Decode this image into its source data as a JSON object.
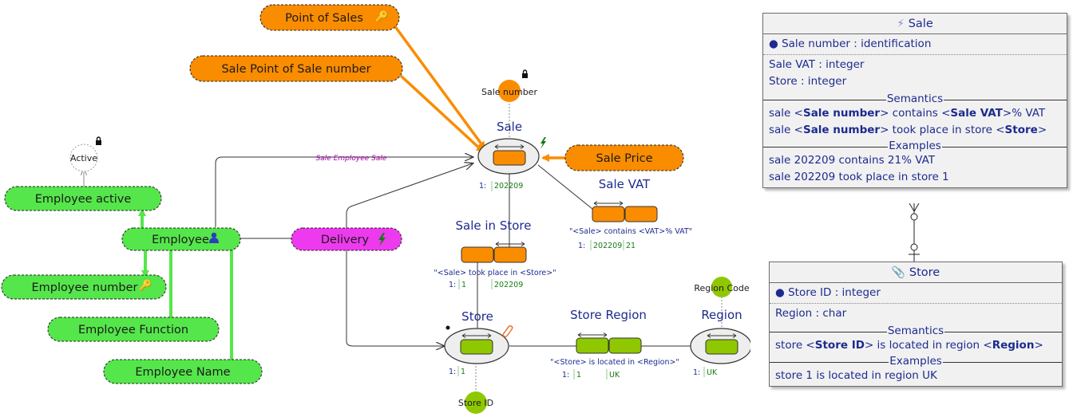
{
  "diagram": {
    "colors": {
      "green": "#55e64b",
      "orange": "#fa8c00",
      "magenta": "#ee3aee",
      "olive": "#8fc800",
      "navy": "#1d2b8f",
      "dark_green": "#157a15",
      "purple": "#a300a3"
    },
    "attributes": {
      "point_of_sales": "Point of Sales",
      "sale_pos_number": "Sale Point of Sale number",
      "sale_price": "Sale Price",
      "employee_active": "Employee active",
      "employee": "Employee",
      "employee_number": "Employee number",
      "employee_function": "Employee Function",
      "employee_name": "Employee Name",
      "delivery": "Delivery"
    },
    "entities": {
      "sale": "Sale",
      "store": "Store",
      "region": "Region"
    },
    "circles": {
      "sale_number": "Sale number",
      "region_code": "Region Code",
      "store_id": "Store ID",
      "active": "Active"
    },
    "relationships": {
      "sale_employee_sale": "Sale Employee Sale",
      "sale_vat": {
        "title": "Sale VAT",
        "reading": "\"<Sale> contains <VAT>% VAT\"",
        "population": [
          "202209",
          "21"
        ]
      },
      "sale_in_store": {
        "title": "Sale in Store",
        "reading": "\"<Sale> took place in <Store>\"",
        "population": [
          "1",
          "202209"
        ]
      },
      "store_region": {
        "title": "Store Region",
        "reading": "\"<Store> is located in <Region>\"",
        "population": [
          "1",
          "UK"
        ]
      }
    },
    "populations": {
      "sale": "202209",
      "store": "1",
      "region": "UK"
    },
    "row_index": "1:"
  },
  "sale_card": {
    "title": "Sale",
    "icon": "lightning-icon",
    "identifier": "Sale number : identification",
    "attributes": [
      "Sale VAT : integer",
      "Store : integer"
    ],
    "semantics_label": "Semantics",
    "semantics": [
      {
        "pre": "sale <",
        "b1": "Sale number",
        "mid": "> contains <",
        "b2": "Sale VAT",
        "post": ">% VAT"
      },
      {
        "pre": "sale <",
        "b1": "Sale number",
        "mid": "> took place in store <",
        "b2": "Store",
        "post": ">"
      }
    ],
    "examples_label": "Examples",
    "examples": [
      "sale 202209 contains 21% VAT",
      "sale 202209 took place in store 1"
    ]
  },
  "store_card": {
    "title": "Store",
    "icon": "paperclip-icon",
    "identifier": "Store ID : integer",
    "attributes": [
      "Region : char"
    ],
    "semantics_label": "Semantics",
    "semantics": [
      {
        "pre": "store <",
        "b1": "Store ID",
        "mid": "> is located in region <",
        "b2": "Region",
        "post": ">"
      }
    ],
    "examples_label": "Examples",
    "examples": [
      "store 1 is located in region UK"
    ]
  }
}
